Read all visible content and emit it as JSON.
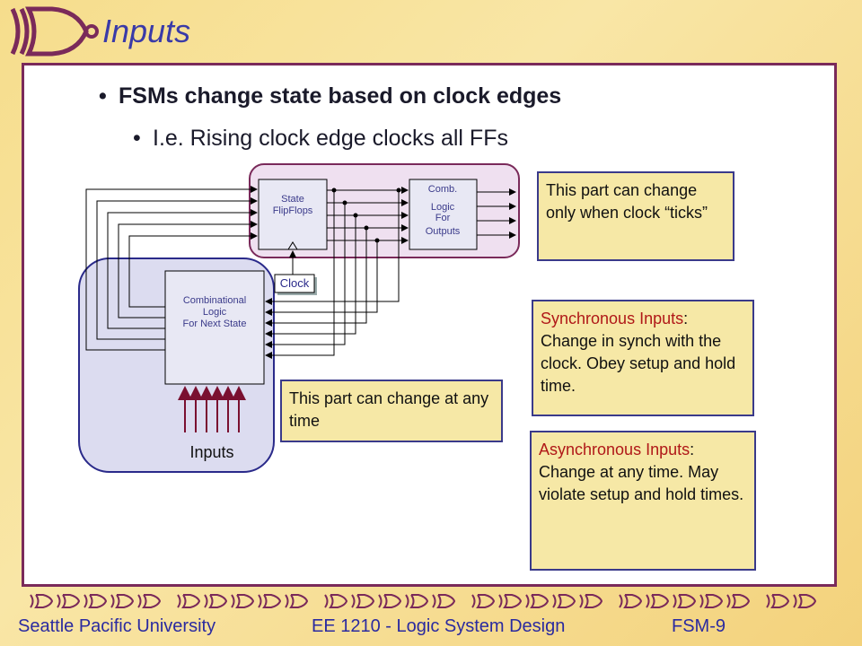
{
  "slide": {
    "title": "Inputs",
    "bullets": [
      {
        "text": "FSMs change state based on clock edges",
        "level": 1
      },
      {
        "text": "I.e. Rising clock edge clocks all FFs",
        "level": 2
      }
    ]
  },
  "diagram": {
    "state_ff_label_1": "State",
    "state_ff_label_2": "FlipFlops",
    "comb_out_1": "Comb.",
    "comb_out_2": "Logic",
    "comb_out_3": "For",
    "comb_out_4": "Outputs",
    "comb_next_1": "Combinational",
    "comb_next_2": "Logic",
    "comb_next_3": "For Next State",
    "clock_label": "Clock",
    "inputs_label": "Inputs"
  },
  "notes": {
    "clock_ticks": "This part can change only when clock “ticks”",
    "any_time": "This part can change at any time",
    "sync_title": "Synchronous Inputs",
    "sync_body": ": Change in synch with the clock. Obey setup and hold time.",
    "async_title": "Asynchronous Inputs",
    "async_body": ": Change at any time. May violate setup and hold times."
  },
  "footer": {
    "university": "Seattle Pacific University",
    "course": "EE 1210 - Logic System Design",
    "slide_id": "FSM-9"
  },
  "colors": {
    "title": "#3a3aa8",
    "frame": "#7a2a5a",
    "note_bg": "#f6e8a6",
    "state_region": "#efe0f0",
    "next_region": "#dcdcf0"
  },
  "icons": [
    "logic-gate-logo-icon",
    "logic-gate-border-icon",
    "bullet-dot-icon"
  ]
}
